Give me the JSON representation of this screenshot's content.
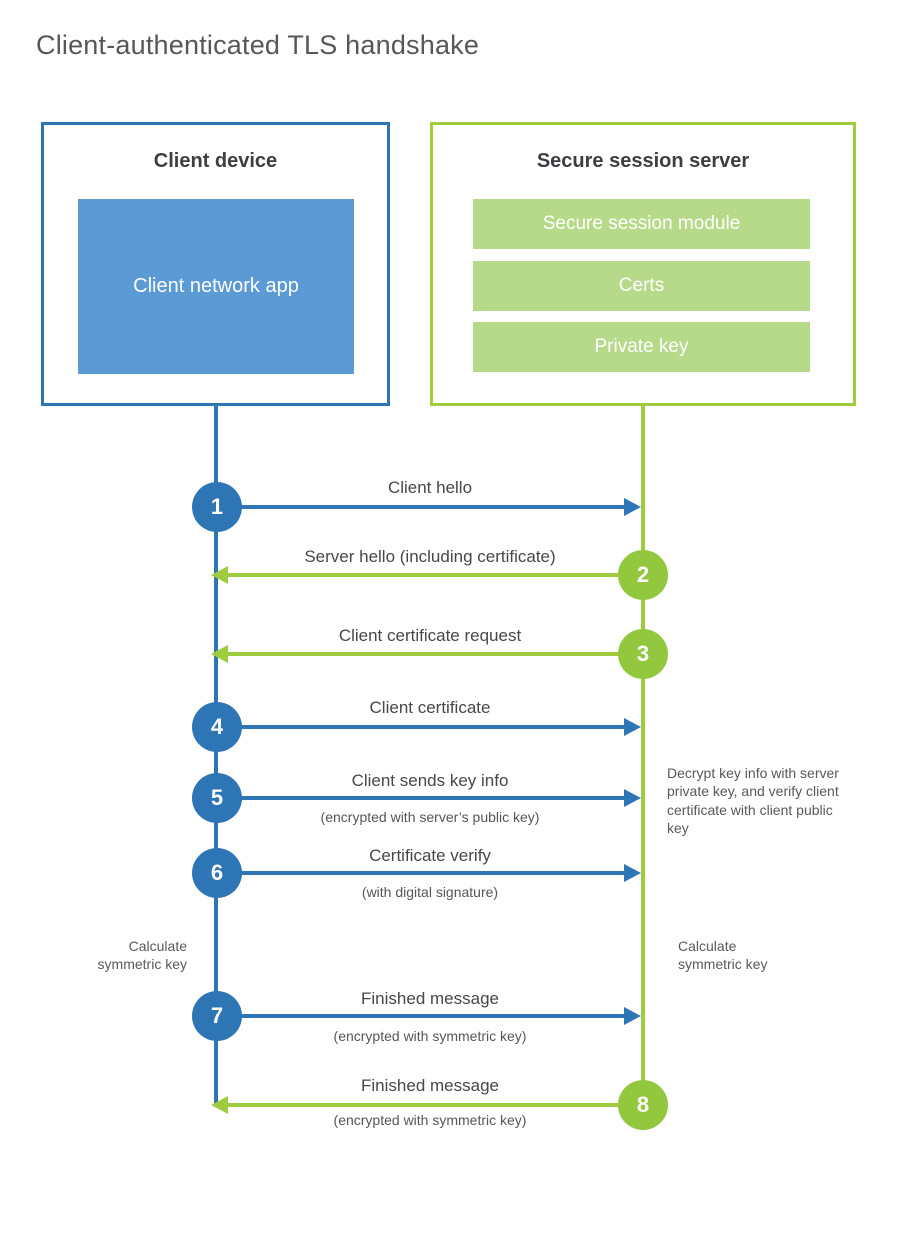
{
  "title": "Client-authenticated TLS handshake",
  "client": {
    "title": "Client device",
    "app_label": "Client network app"
  },
  "server": {
    "title": "Secure session server",
    "modules": [
      "Secure session module",
      "Certs",
      "Private key"
    ]
  },
  "steps": [
    {
      "num": "1",
      "direction": "right",
      "label": "Client hello"
    },
    {
      "num": "2",
      "direction": "left",
      "label": "Server hello (including certificate)"
    },
    {
      "num": "3",
      "direction": "left",
      "label": "Client certificate request"
    },
    {
      "num": "4",
      "direction": "right",
      "label": "Client certificate"
    },
    {
      "num": "5",
      "direction": "right",
      "label": "Client sends key info",
      "sublabel": "(encrypted with server’s public key)"
    },
    {
      "num": "6",
      "direction": "right",
      "label": "Certificate verify",
      "sublabel": "(with digital signature)"
    },
    {
      "num": "7",
      "direction": "right",
      "label": "Finished message",
      "sublabel": "(encrypted with symmetric key)"
    },
    {
      "num": "8",
      "direction": "left",
      "label": "Finished message",
      "sublabel": "(encrypted with symmetric key)"
    }
  ],
  "annotations": {
    "decrypt_note": "Decrypt key info with server private key, and verify client certificate with client public key",
    "calc_left": "Calculate symmetric key",
    "calc_right": "Calculate symmetric key"
  },
  "colors": {
    "blue_line": "#2e75b6",
    "blue_fill": "#5b9ad4",
    "green_line": "#9fcb3e",
    "green_circle": "#93c73e",
    "green_bar": "#b6d98a"
  }
}
